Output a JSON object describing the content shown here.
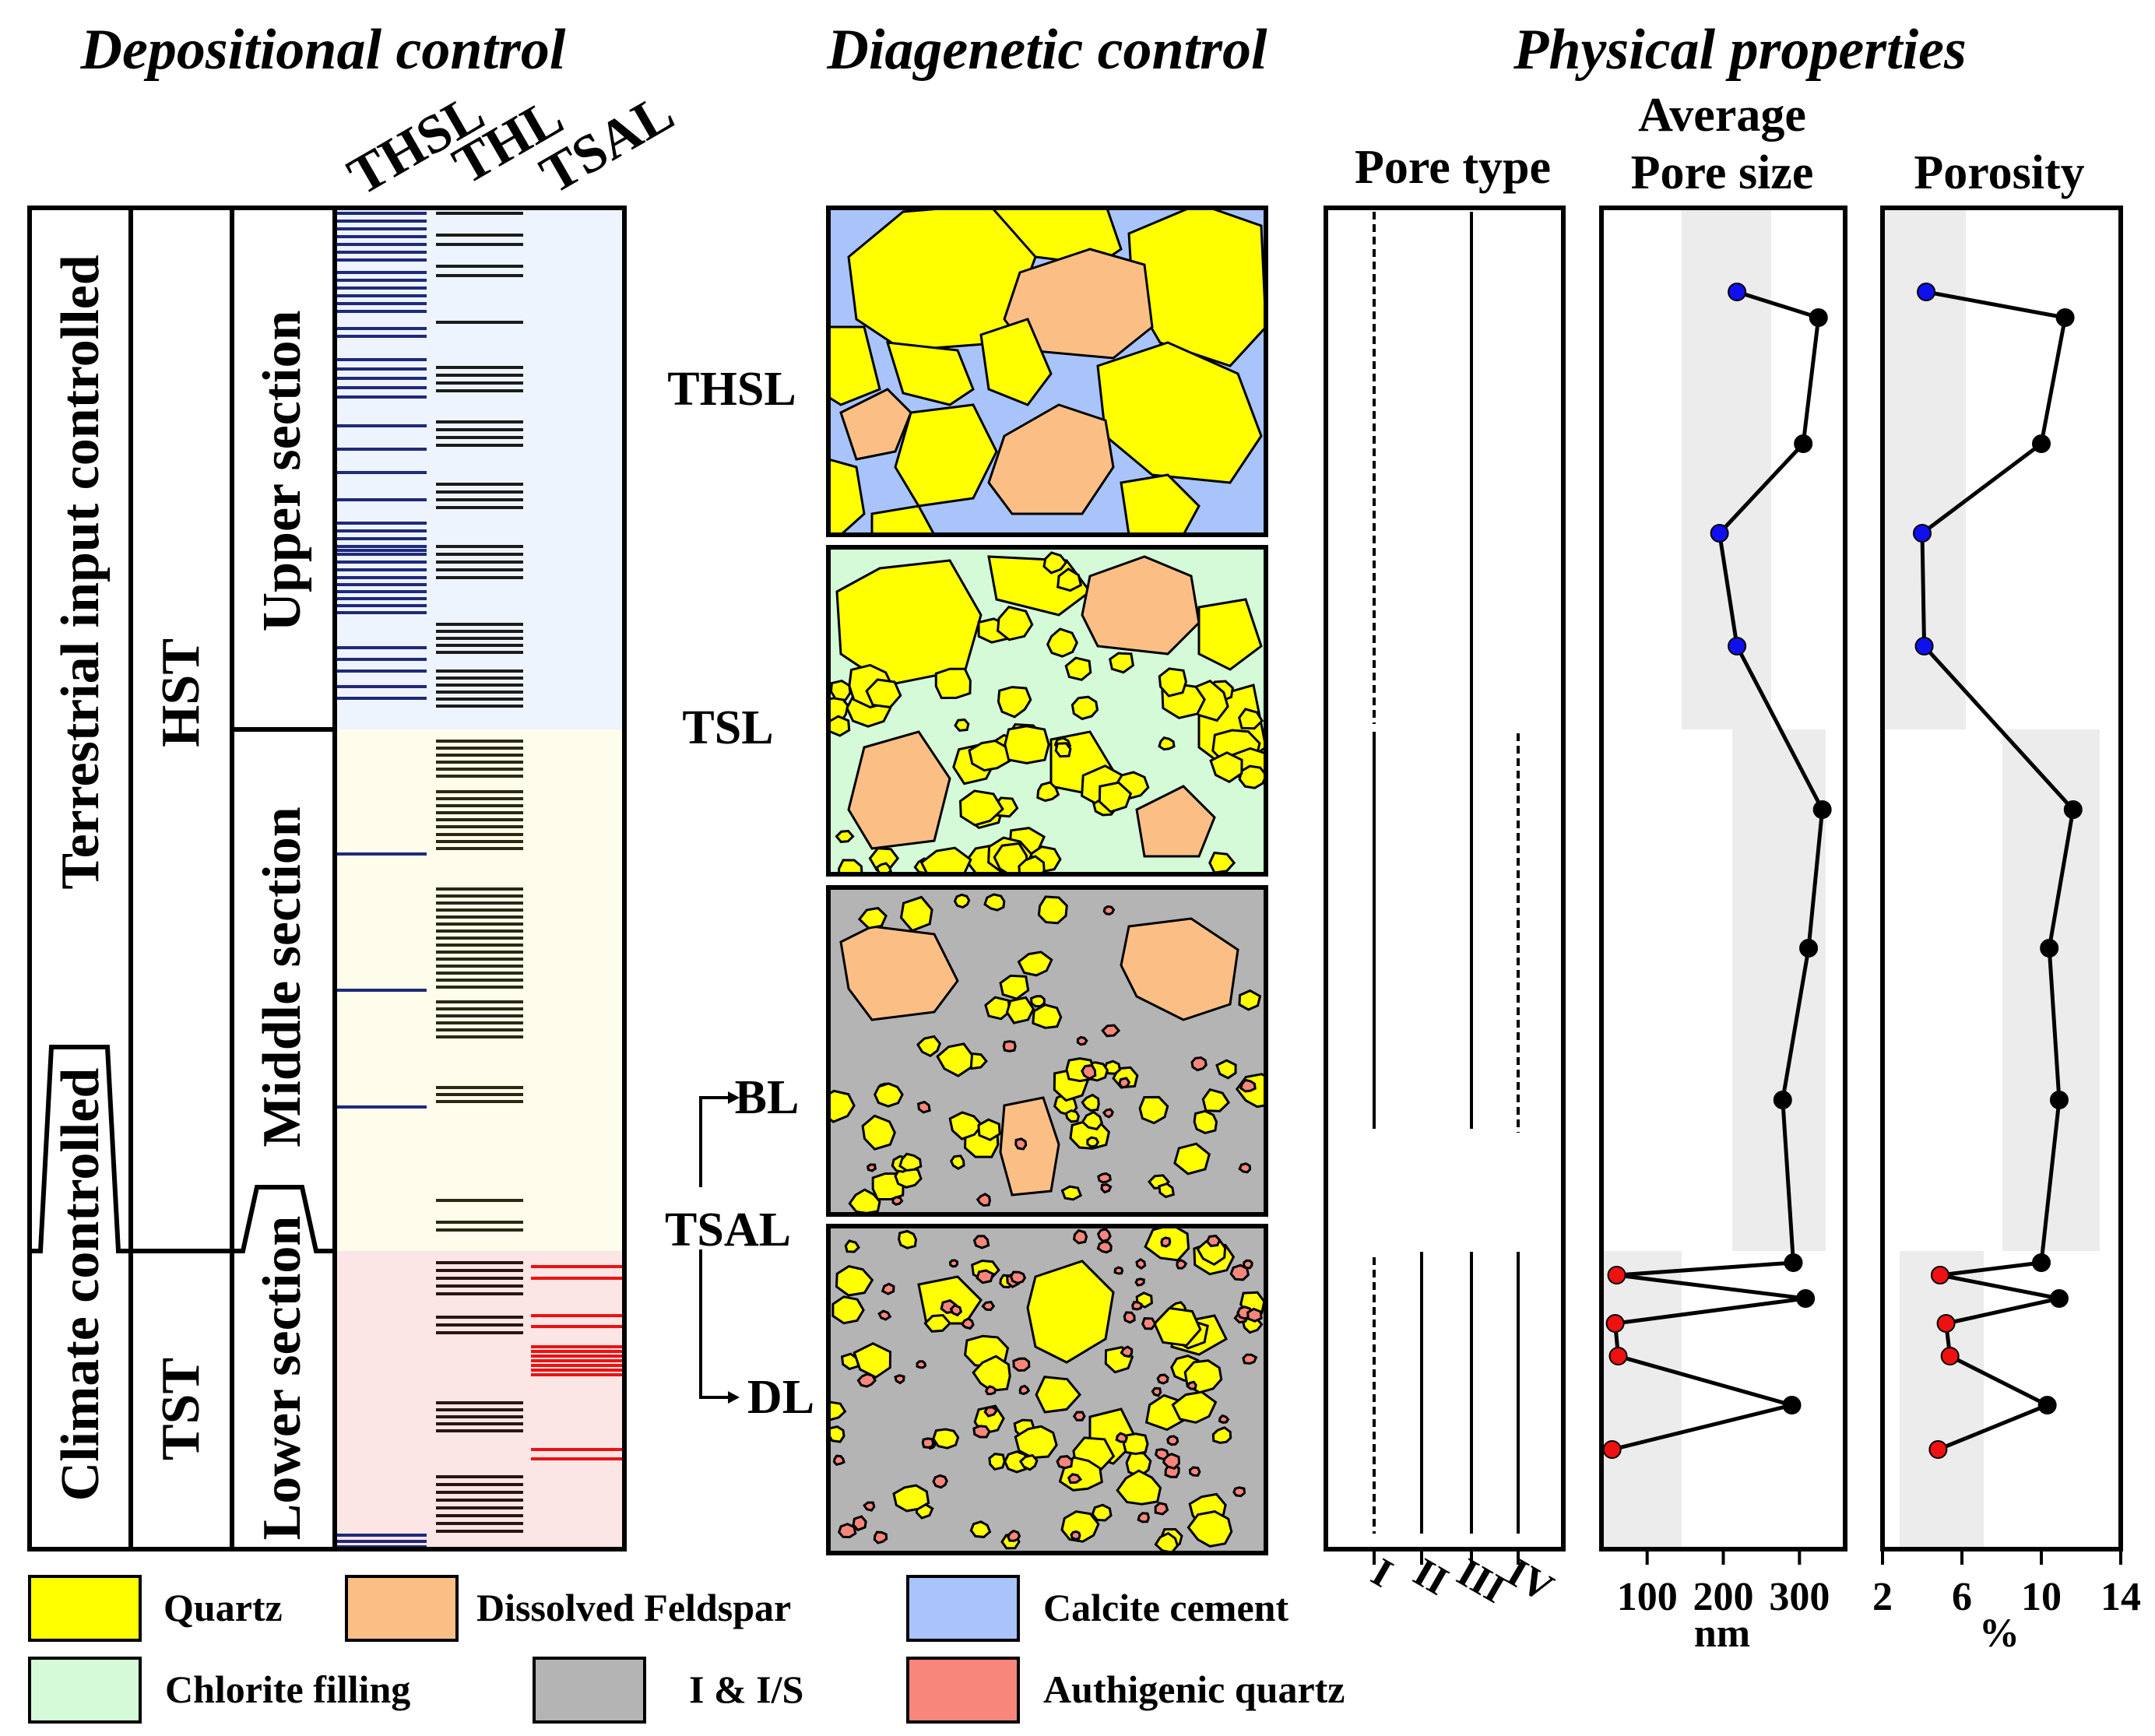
{
  "sections": {
    "depositional": "Depositional control",
    "diagenetic": "Diagenetic control",
    "physical": "Physical properties"
  },
  "columns": {
    "factor": [
      "Terrestrial input controlled",
      "Climate controlled"
    ],
    "systems_tract": [
      "HST",
      "TST"
    ],
    "section": [
      "Upper section",
      "Middle section",
      "Lower section"
    ],
    "lithofacies_headers": [
      "THSL",
      "THL",
      "TSAL"
    ]
  },
  "diagenesis": {
    "labels": [
      "THSL",
      "TSL",
      "TSAL",
      "BL",
      "DL"
    ]
  },
  "physical": {
    "pore_type": {
      "title": "Pore type",
      "categories": [
        "I",
        "II",
        "III",
        "IV"
      ]
    },
    "pore_size": {
      "title_line1": "Average",
      "title_line2": "Pore size",
      "ticks": [
        "100",
        "200",
        "300"
      ],
      "unit": "nm"
    },
    "porosity": {
      "title": "Porosity",
      "ticks": [
        "2",
        "6",
        "10",
        "14"
      ],
      "unit": "%"
    }
  },
  "legend": [
    {
      "label": "Quartz",
      "color": "#ffff00"
    },
    {
      "label": "Dissolved Feldspar",
      "color": "#fbbf86"
    },
    {
      "label": "Calcite cement",
      "color": "#a8c4fb"
    },
    {
      "label": "Chlorite filling",
      "color": "#d4fad7"
    },
    {
      "label": "I & I/S",
      "color": "#b4b4b4"
    },
    {
      "label": "Authigenic quartz",
      "color": "#f9867b"
    }
  ],
  "chart_data": [
    {
      "type": "line",
      "xlabel": "nm",
      "xlim": [
        40,
        360
      ],
      "y": [
        1,
        2,
        3,
        4,
        5,
        6,
        7,
        8,
        9,
        10,
        11,
        12,
        13,
        14,
        15,
        16,
        17,
        18
      ],
      "series": [
        {
          "values": [
            218,
            325,
            305,
            195,
            218,
            330,
            312,
            278,
            292,
            60,
            308,
            58,
            62,
            290,
            54
          ]
        }
      ],
      "point_classes": [
        "calcite",
        "other",
        "other",
        "calcite",
        "calcite",
        "other",
        "other",
        "other",
        "other",
        "clay",
        "other",
        "clay",
        "clay",
        "other",
        "clay"
      ]
    },
    {
      "type": "line",
      "xlabel": "%",
      "xlim": [
        2,
        14
      ],
      "series": [
        {
          "values": [
            4.2,
            11.2,
            10.0,
            4.0,
            4.1,
            11.6,
            10.4,
            10.9,
            10.0,
            4.9,
            10.9,
            5.2,
            5.4,
            10.3,
            4.8
          ]
        }
      ],
      "point_classes": [
        "calcite",
        "other",
        "other",
        "calcite",
        "calcite",
        "other",
        "other",
        "other",
        "other",
        "clay",
        "other",
        "clay",
        "clay",
        "other",
        "clay"
      ]
    }
  ]
}
